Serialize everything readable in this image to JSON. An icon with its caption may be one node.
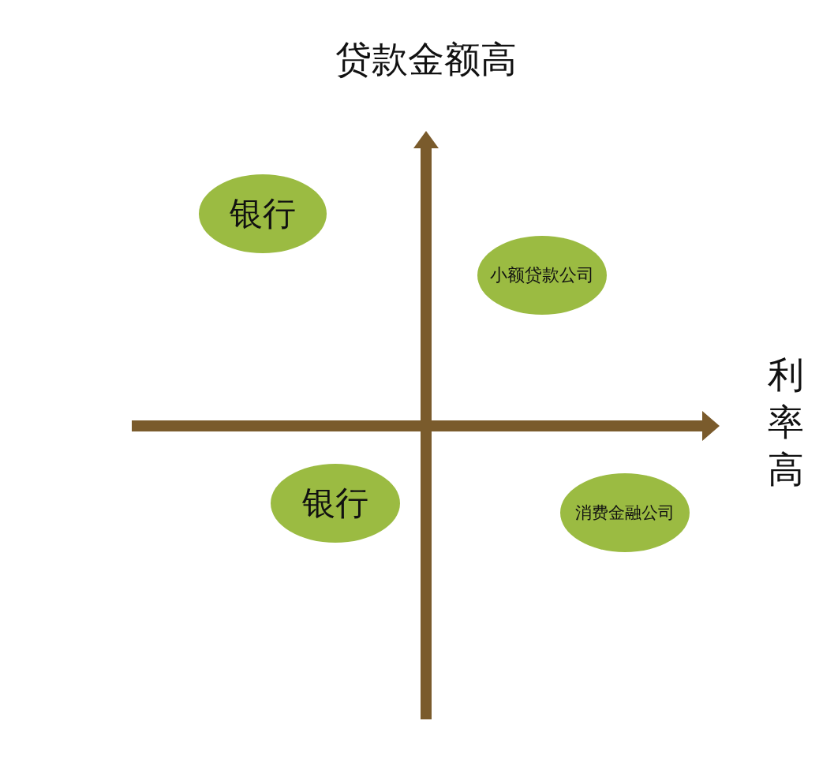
{
  "diagram": {
    "nodes": [
      {
        "text": [
          "银行"
        ]
      },
      {
        "text": [
          "小额贷款公司"
        ]
      },
      {
        "text": [
          "银行"
        ]
      },
      {
        "text": [
          "消费金融公司"
        ]
      }
    ],
    "labels": [
      "贷款金额高",
      "利率高"
    ]
  }
}
